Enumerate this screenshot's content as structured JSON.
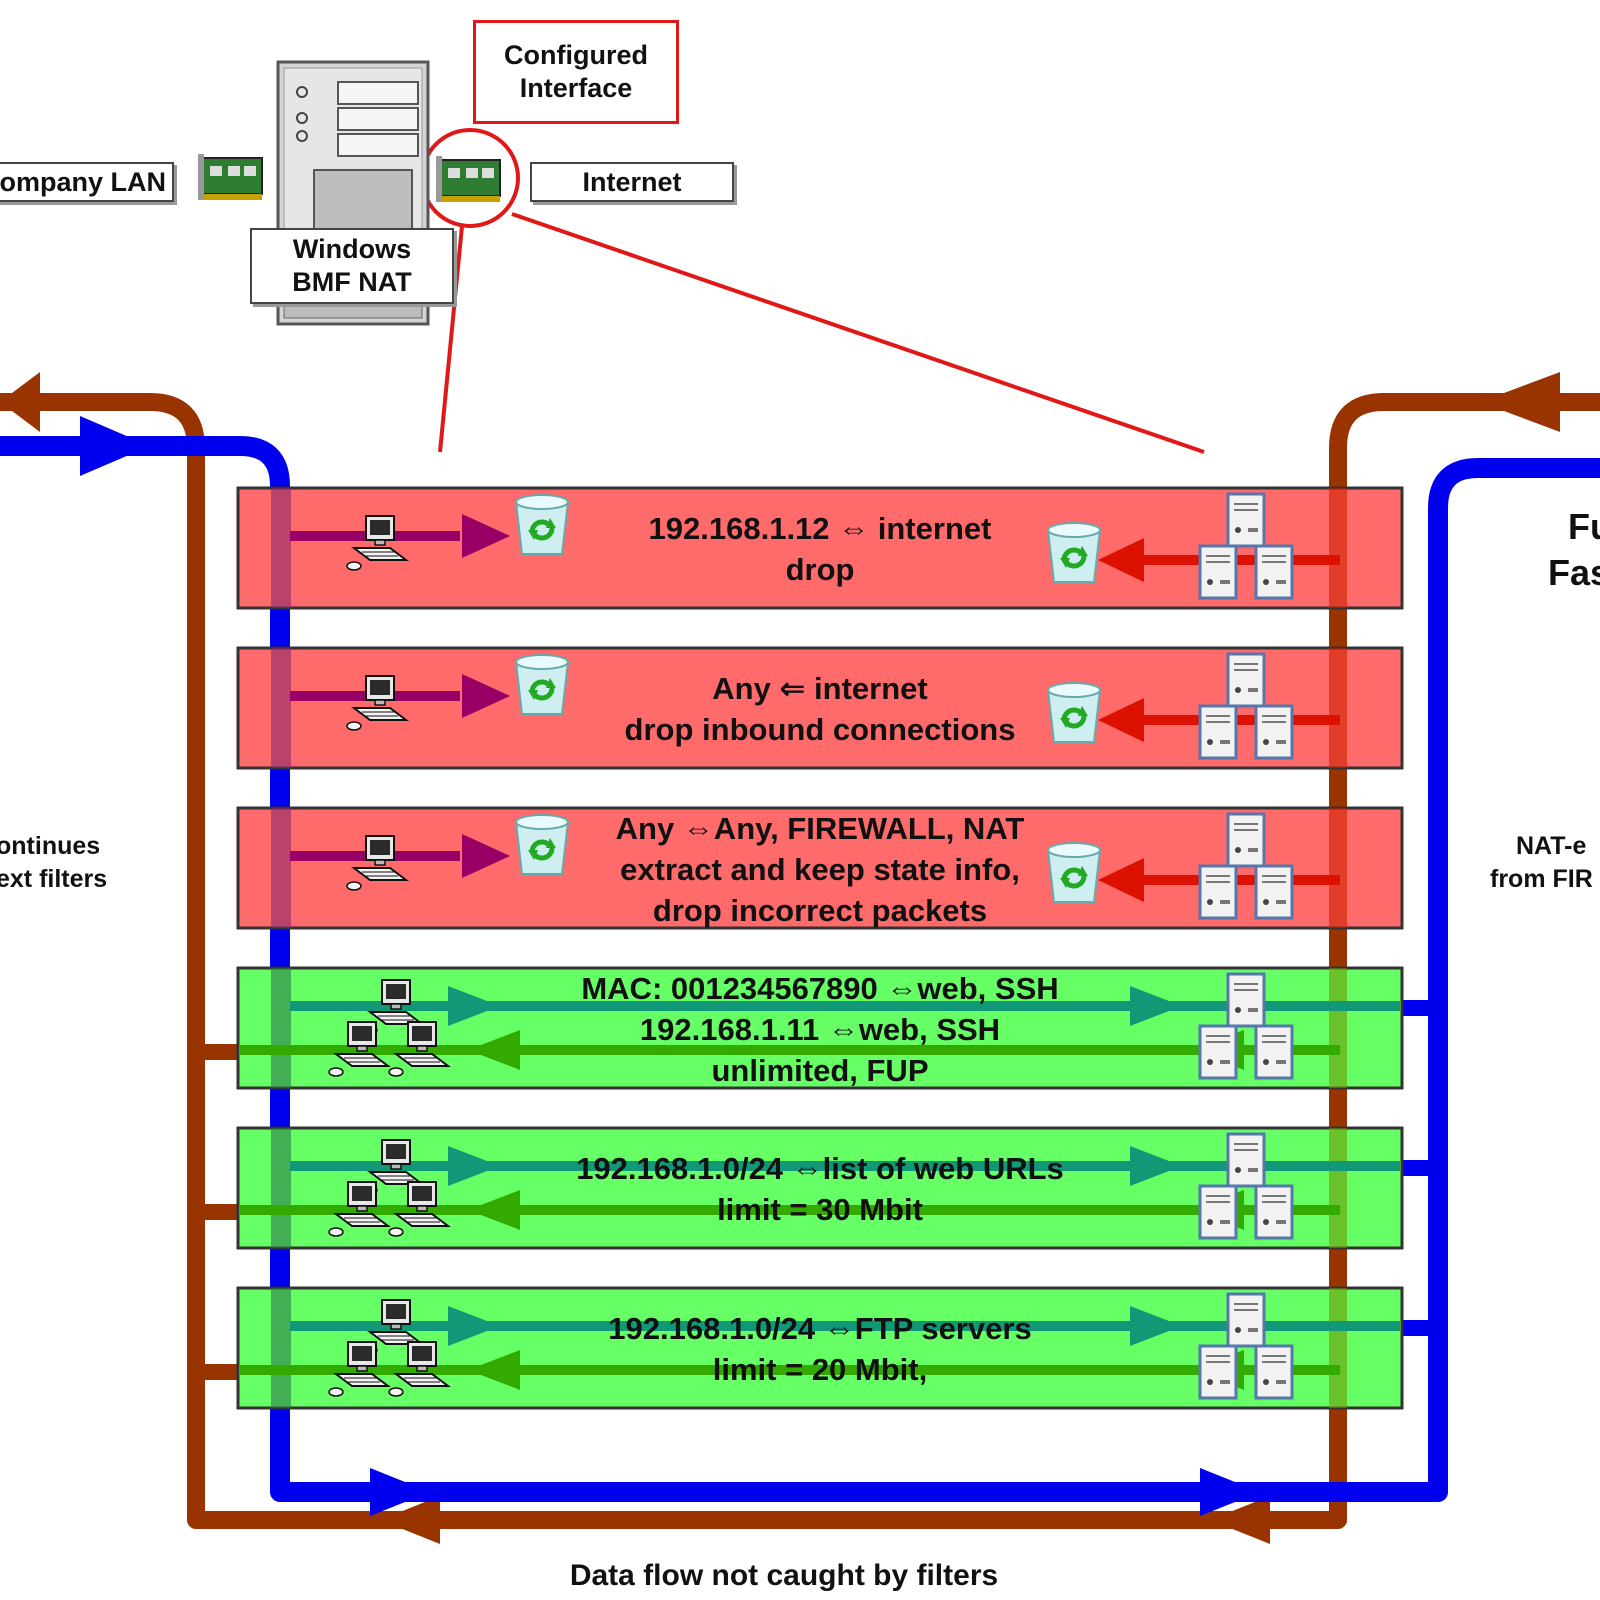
{
  "header": {
    "configured_interface": [
      "Configured",
      "Interface"
    ],
    "company_lan": "Company LAN",
    "internet": "Internet",
    "windows_nat": [
      "Windows",
      "BMF NAT"
    ]
  },
  "rules": [
    {
      "kind": "drop",
      "lines": [
        "192.168.1.12 ⇔ internet",
        "drop"
      ]
    },
    {
      "kind": "drop",
      "lines": [
        "Any ⇐ internet",
        "drop inbound connections"
      ]
    },
    {
      "kind": "drop",
      "lines": [
        "Any ⇔Any, FIREWALL, NAT",
        "extract and keep state info,",
        "drop incorrect packets"
      ]
    },
    {
      "kind": "pass",
      "lines": [
        "MAC: 001234567890 ⇔web, SSH",
        "192.168.1.11 ⇔web, SSH",
        "unlimited, FUP"
      ]
    },
    {
      "kind": "pass",
      "lines": [
        "192.168.1.0/24 ⇔list of web URLs",
        "limit = 30 Mbit"
      ]
    },
    {
      "kind": "pass",
      "lines": [
        "192.168.1.0/24 ⇔FTP servers",
        "limit = 20 Mbit,"
      ]
    }
  ],
  "left_note": [
    "ontinues",
    "ext filters"
  ],
  "right_note": [
    "NAT-e",
    "from FIR"
  ],
  "right_big": [
    "Fu",
    "Fas"
  ],
  "caption": "Data flow not caught by filters",
  "colors": {
    "drop_band": "#ff6a6a",
    "pass_band": "#66ff66",
    "blue_flow": "#0000ee",
    "brown_flow": "#993300",
    "red_pointer": "#e01818",
    "purple_arrow": "#990066",
    "red_arrow": "#dd1100",
    "teal_arrow": "#119977",
    "green_arrow": "#33aa00"
  },
  "icons": [
    "server-tower-icon",
    "network-card-icon",
    "workstation-icon",
    "recycle-bin-icon",
    "server-cluster-icon"
  ]
}
